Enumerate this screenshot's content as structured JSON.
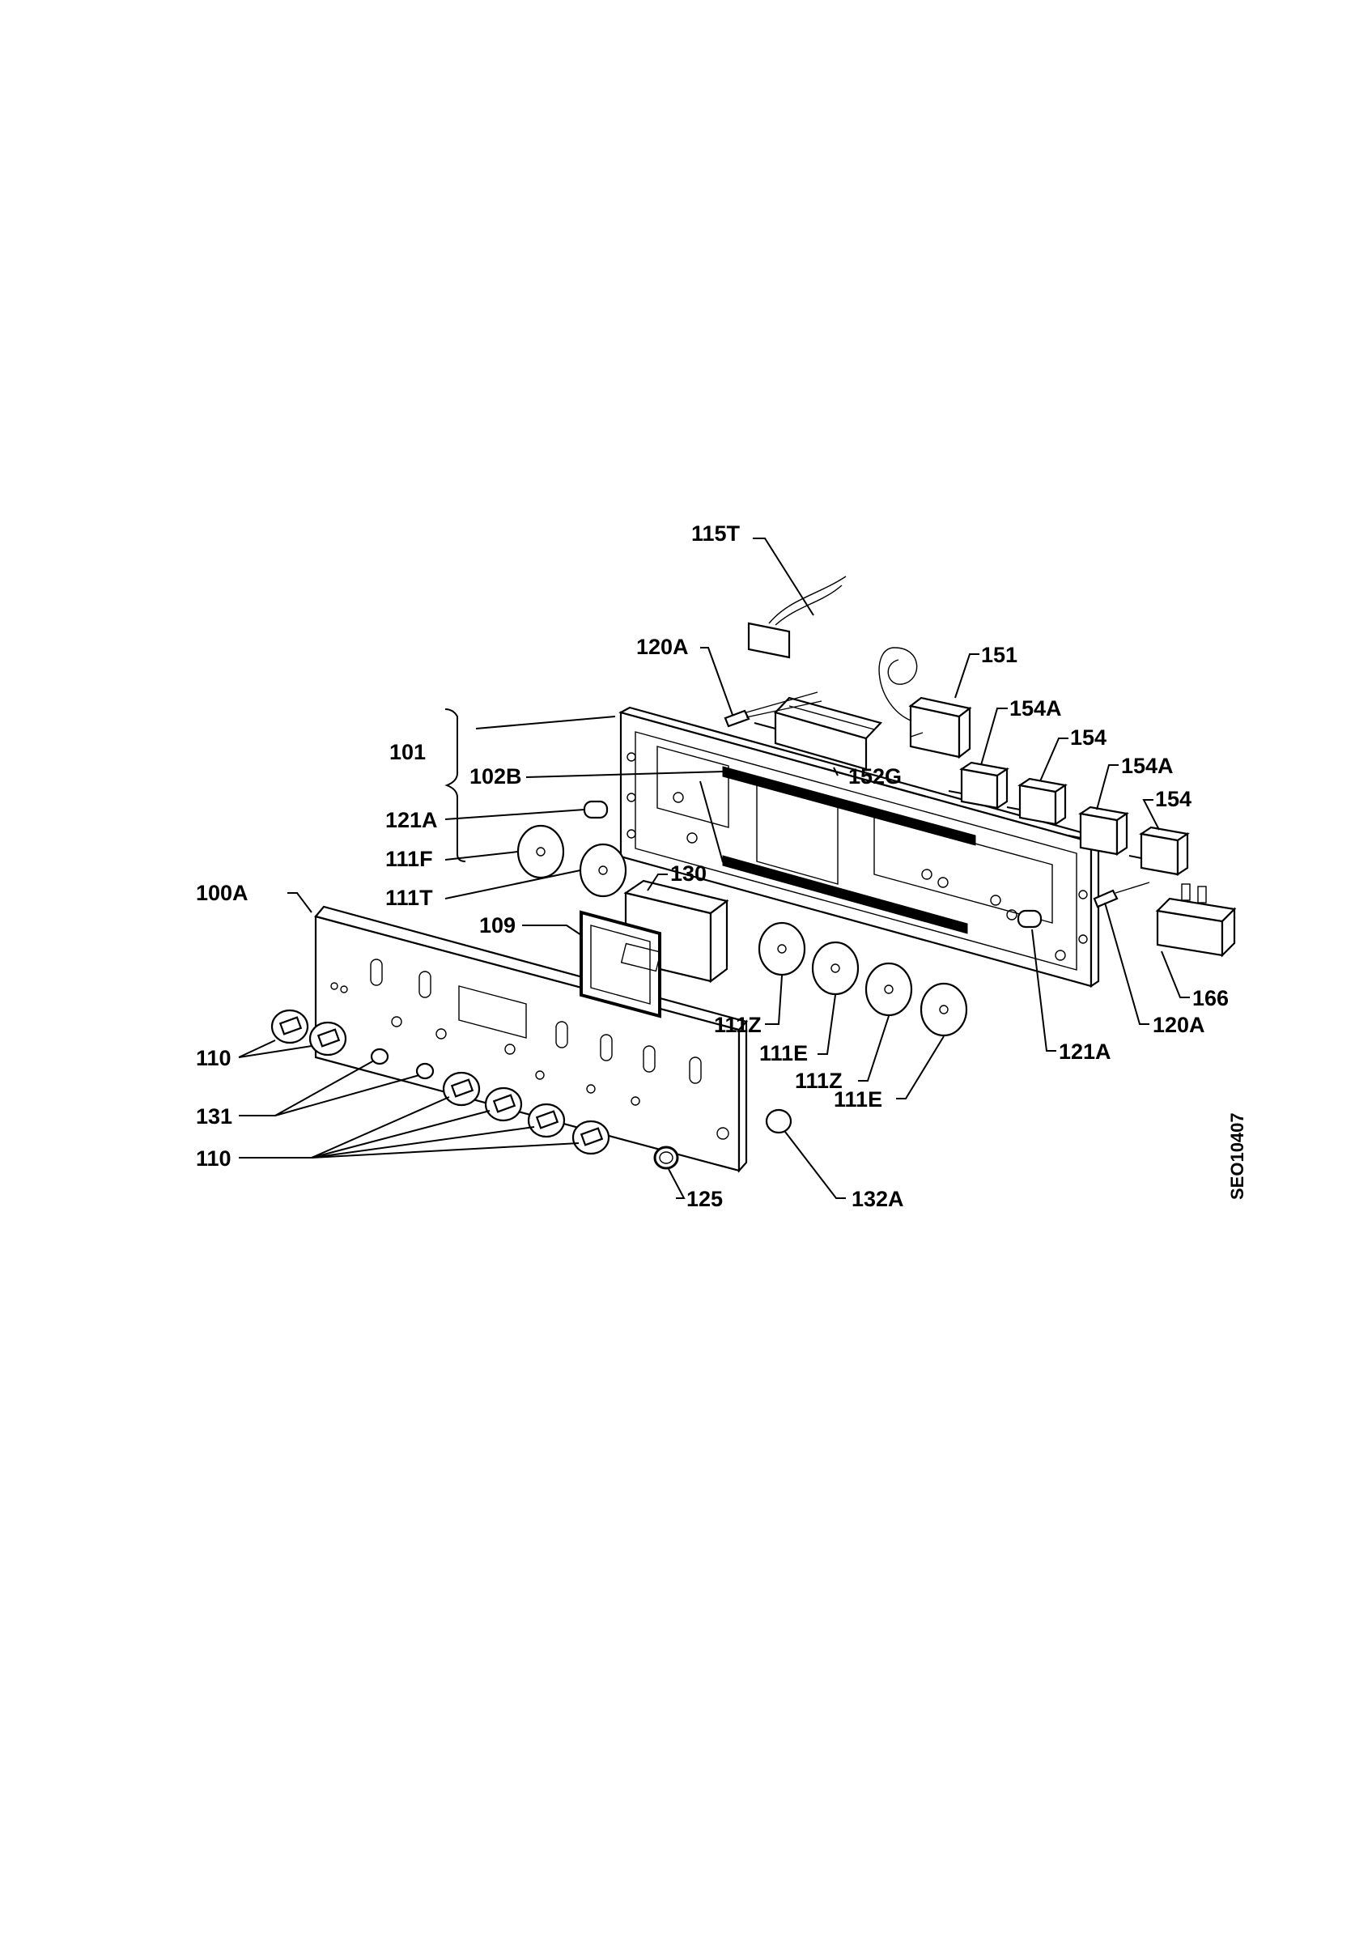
{
  "diagram": {
    "drawing_code": "SEO10407",
    "labels": {
      "l115T": "115T",
      "l120A_top": "120A",
      "l151": "151",
      "l154A_1": "154A",
      "l154_1": "154",
      "l154A_2": "154A",
      "l154_2": "154",
      "l101": "101",
      "l102B": "102B",
      "l152G": "152G",
      "l121A_left": "121A",
      "l111F": "111F",
      "l111T": "111T",
      "l130": "130",
      "l100A": "100A",
      "l109": "109",
      "l166": "166",
      "l120A_right": "120A",
      "l121A_right": "121A",
      "l111Z_1": "111Z",
      "l111E_1": "111E",
      "l111Z_2": "111Z",
      "l111E_2": "111E",
      "l110_top": "110",
      "l131": "131",
      "l110_bottom": "110",
      "l125": "125",
      "l132A": "132A"
    }
  }
}
